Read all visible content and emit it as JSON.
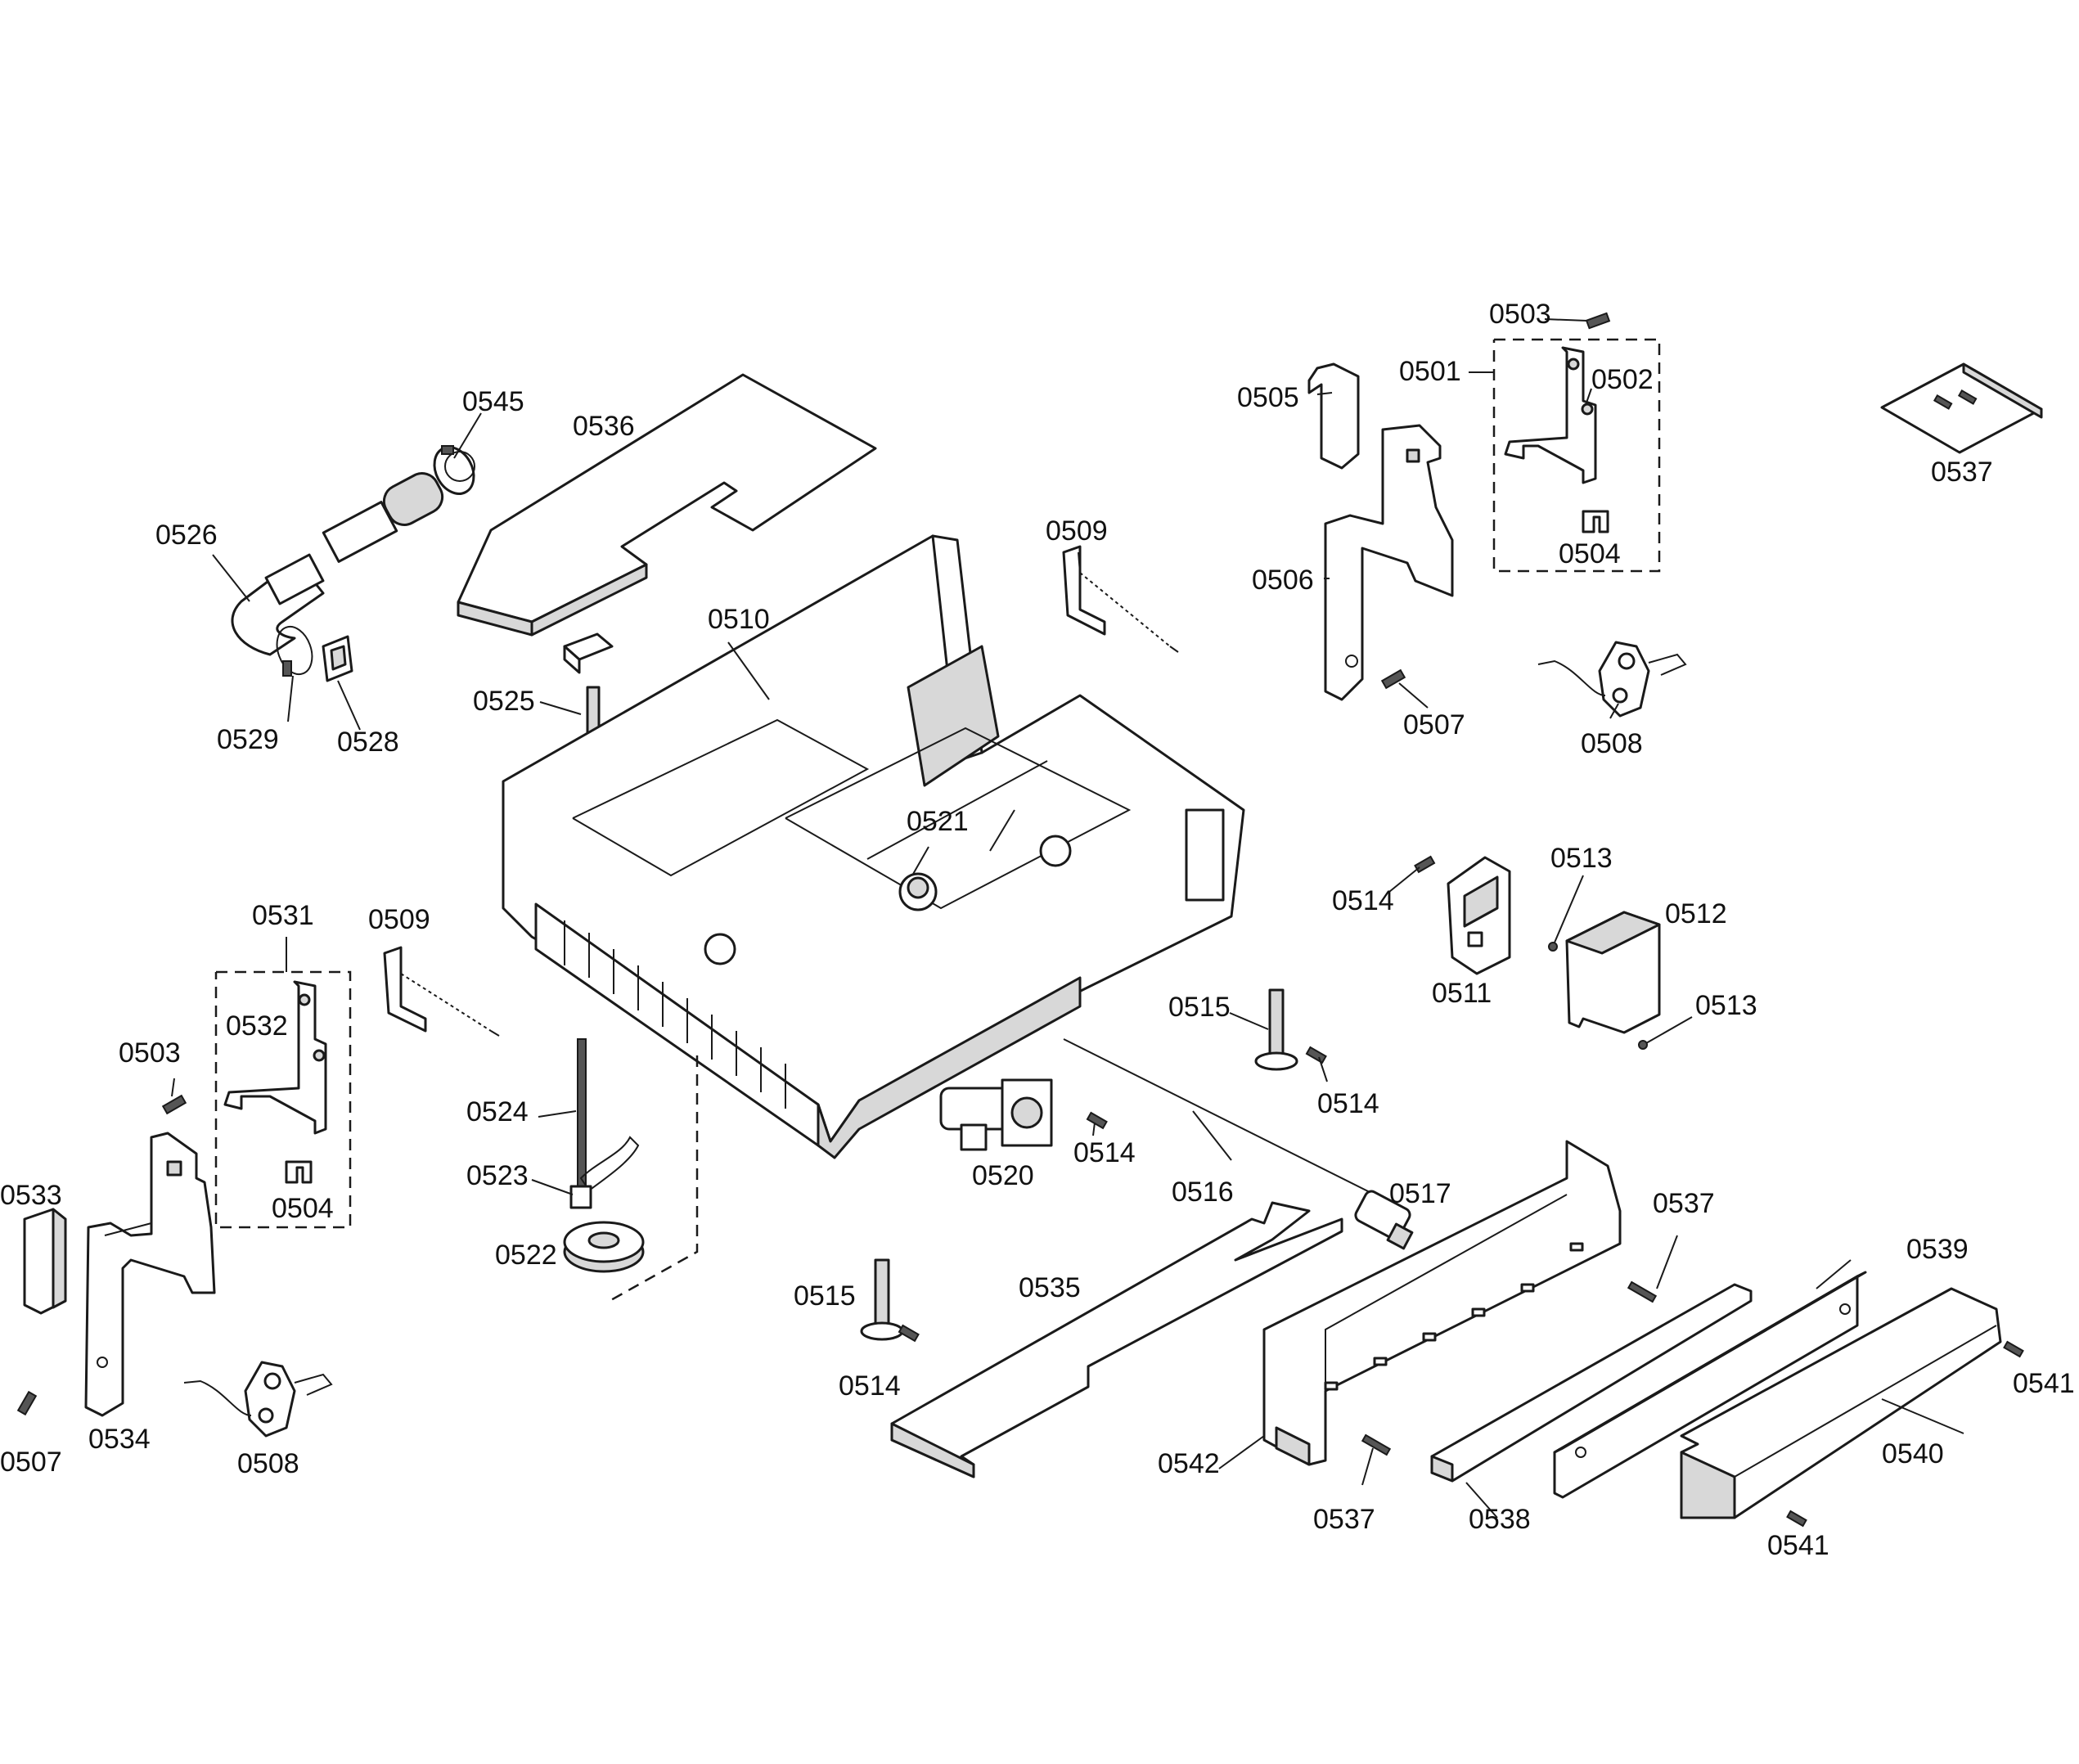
{
  "labels": {
    "p0501": "0501",
    "p0502": "0502",
    "p0503a": "0503",
    "p0503b": "0503",
    "p0504a": "0504",
    "p0504b": "0504",
    "p0505": "0505",
    "p0506": "0506",
    "p0507a": "0507",
    "p0507b": "0507",
    "p0508a": "0508",
    "p0508b": "0508",
    "p0509a": "0509",
    "p0509b": "0509",
    "p0510": "0510",
    "p0511": "0511",
    "p0512": "0512",
    "p0513a": "0513",
    "p0513b": "0513",
    "p0514a": "0514",
    "p0514b": "0514",
    "p0514c": "0514",
    "p0514d": "0514",
    "p0515a": "0515",
    "p0515b": "0515",
    "p0516": "0516",
    "p0517": "0517",
    "p0520": "0520",
    "p0521": "0521",
    "p0522": "0522",
    "p0523": "0523",
    "p0524": "0524",
    "p0525": "0525",
    "p0526": "0526",
    "p0528": "0528",
    "p0529": "0529",
    "p0531": "0531",
    "p0532": "0532",
    "p0533": "0533",
    "p0534": "0534",
    "p0535": "0535",
    "p0536": "0536",
    "p0537a": "0537",
    "p0537b": "0537",
    "p0537c": "0537",
    "p0538": "0538",
    "p0539": "0539",
    "p0540": "0540",
    "p0541a": "0541",
    "p0541b": "0541",
    "p0542": "0542",
    "p0545": "0545"
  }
}
